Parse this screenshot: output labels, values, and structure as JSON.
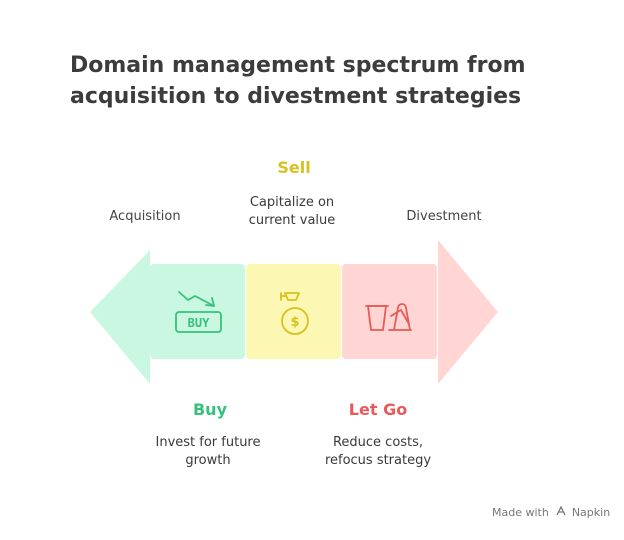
{
  "title": {
    "line1": "Domain management spectrum from",
    "line2": "acquisition to divestment strategies"
  },
  "ends": {
    "left": "Acquisition",
    "right": "Divestment"
  },
  "stages": [
    {
      "heading": "Buy",
      "desc_line1": "Invest for future",
      "desc_line2": "growth",
      "icon_text": "BUY",
      "color": "#36c27a",
      "fill": "#c9f7e2"
    },
    {
      "heading": "Sell",
      "desc_line1": "Capitalize on",
      "desc_line2": "current value",
      "icon_text": "$",
      "color": "#d8c11e",
      "fill": "#fdf7b4"
    },
    {
      "heading": "Let Go",
      "desc_line1": "Reduce costs,",
      "desc_line2": "refocus strategy",
      "color": "#e85a5a",
      "fill": "#ffd6d3"
    }
  ],
  "footer": {
    "made_with": "Made with",
    "brand": "Napkin"
  }
}
